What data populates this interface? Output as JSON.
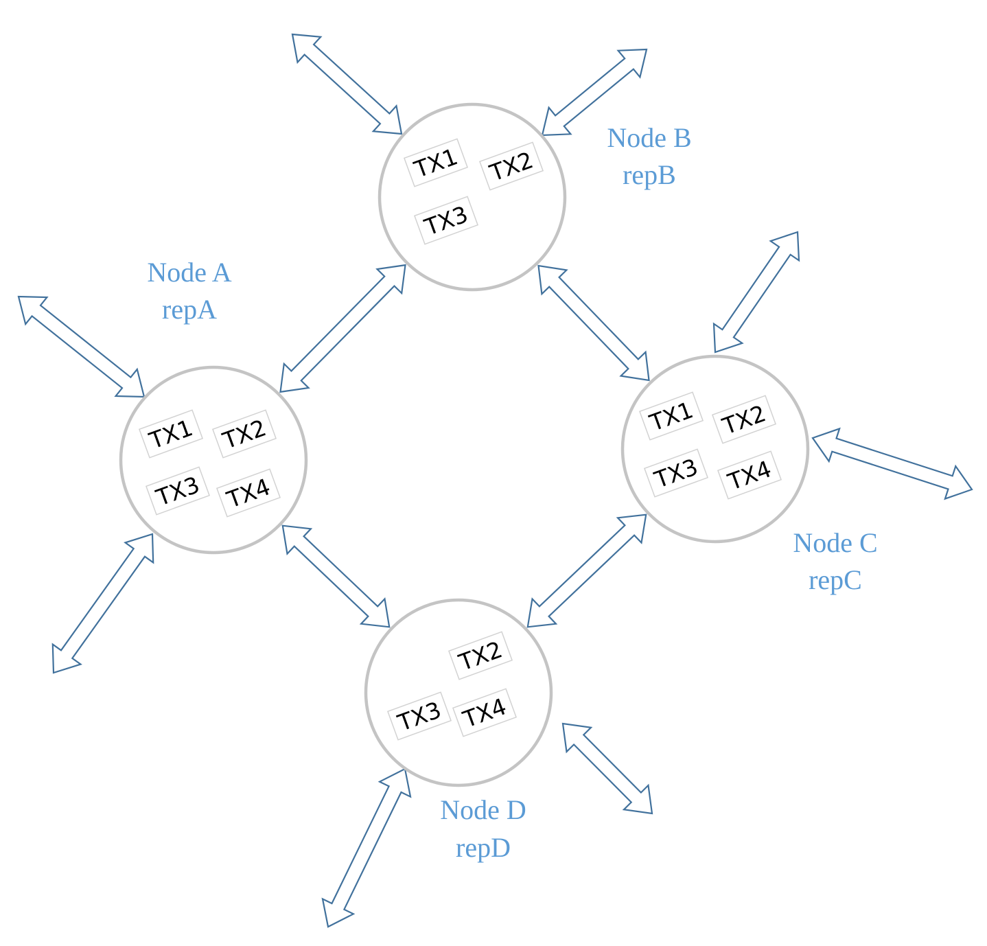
{
  "diagram": {
    "colors": {
      "arrow_stroke": "#41719c",
      "label_text": "#5b9bd5",
      "circle_stroke": "#c4c4c4",
      "box_stroke": "#d2d2d2"
    },
    "nodes": [
      {
        "id": "A",
        "name": "Node A",
        "rep": "repA",
        "transactions": [
          "TX1",
          "TX2",
          "TX3",
          "TX4"
        ]
      },
      {
        "id": "B",
        "name": "Node B",
        "rep": "repB",
        "transactions": [
          "TX1",
          "TX2",
          "TX3"
        ]
      },
      {
        "id": "C",
        "name": "Node C",
        "rep": "repC",
        "transactions": [
          "TX1",
          "TX2",
          "TX3",
          "TX4"
        ]
      },
      {
        "id": "D",
        "name": "Node D",
        "rep": "repD",
        "transactions": [
          "TX2",
          "TX3",
          "TX4"
        ]
      }
    ],
    "links": [
      {
        "from": "A",
        "to": "B"
      },
      {
        "from": "B",
        "to": "C"
      },
      {
        "from": "C",
        "to": "D"
      },
      {
        "from": "D",
        "to": "A"
      }
    ],
    "external_links": [
      {
        "node": "A",
        "count": 2
      },
      {
        "node": "B",
        "count": 2
      },
      {
        "node": "C",
        "count": 2
      },
      {
        "node": "D",
        "count": 2
      }
    ]
  }
}
